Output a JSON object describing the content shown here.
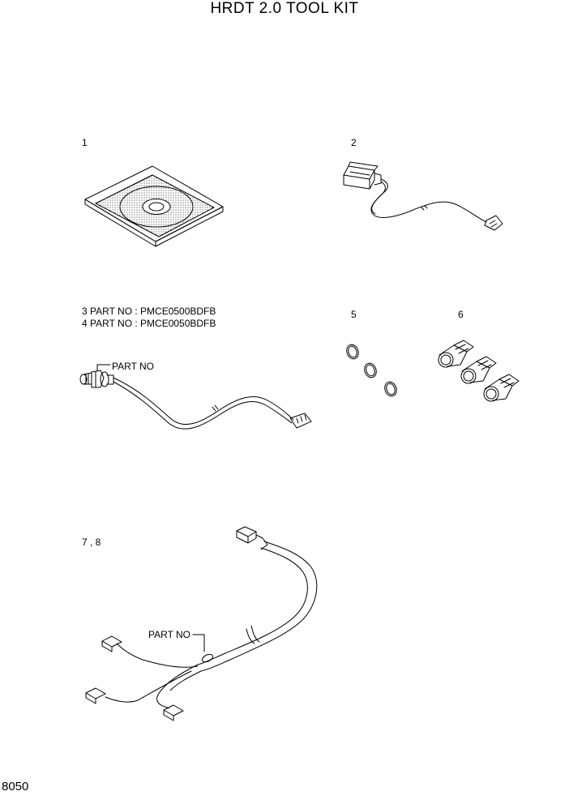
{
  "title": "HRDT 2.0 TOOL KIT",
  "page_number": "8050",
  "items": {
    "i1": "1",
    "i2": "2",
    "i3": "3  PART NO : PMCE0500BDFB",
    "i4": "4  PART NO : PMCE0050BDFB",
    "i5": "5",
    "i6": "6",
    "i78": "7 , 8"
  },
  "callouts": {
    "sensor_part_no": "PART NO",
    "harness_part_no": "PART NO"
  }
}
